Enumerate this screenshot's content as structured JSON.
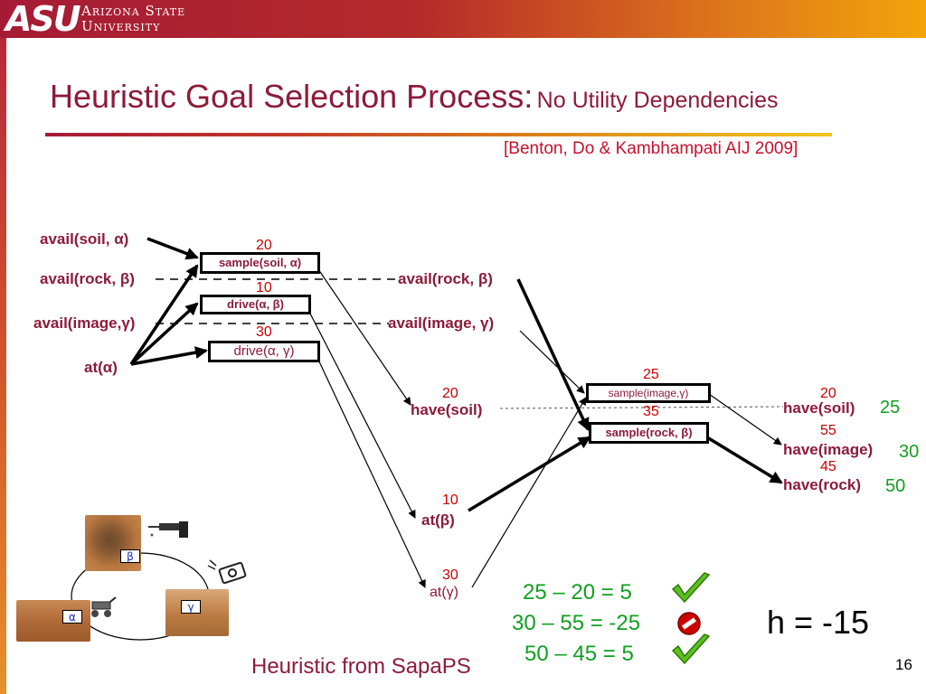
{
  "header": {
    "logo_text": "ASU",
    "university_line1": "Arizona State",
    "university_line2": "University"
  },
  "title": {
    "main": "Heuristic Goal Selection Process:",
    "sub": "No Utility Dependencies"
  },
  "citation": "[Benton, Do & Kambhampati AIJ 2009]",
  "left_facts": {
    "soil": "avail(soil, α)",
    "rock": "avail(rock, β)",
    "image": "avail(image,γ)",
    "at": "at(α)"
  },
  "actions_1": {
    "sample_soil": {
      "label": "sample(soil, α)",
      "cost": "20"
    },
    "drive_ab": {
      "label": "drive(α, β)",
      "cost": "10"
    },
    "drive_ag": {
      "label": "drive(α, γ)",
      "cost": "30"
    }
  },
  "mid_facts": {
    "rock": "avail(rock, β)",
    "image": "avail(image, γ)",
    "have_soil": {
      "label": "have(soil)",
      "cost": "20"
    },
    "at_b": {
      "label": "at(β)",
      "cost": "10"
    },
    "at_g": {
      "label": "at(γ)",
      "cost": "30"
    }
  },
  "actions_2": {
    "sample_image": {
      "label": "sample(image,γ)",
      "cost": "25"
    },
    "sample_rock": {
      "label": "sample(rock, β)",
      "cost": "35"
    }
  },
  "goals": [
    {
      "label": "have(soil)",
      "cost": "20",
      "utility": "25"
    },
    {
      "label": "have(image)",
      "cost": "55",
      "utility": "30"
    },
    {
      "label": "have(rock)",
      "cost": "45",
      "utility": "50"
    }
  ],
  "map": {
    "alpha": "α",
    "beta": "β",
    "gamma": "γ"
  },
  "equations": [
    {
      "lhs": "25 – 20 = ",
      "result": "5",
      "status": "accepted"
    },
    {
      "lhs": "30 – 55 = -25",
      "result": "",
      "status": "rejected"
    },
    {
      "lhs": "50 – 45 = ",
      "result": "5",
      "status": "accepted"
    }
  ],
  "heuristic_value": "h = -15",
  "footer": "Heuristic from SapaPS",
  "page_number": "16",
  "colors": {
    "title": "#8c1b3a",
    "cost": "#cc0000",
    "utility": "#10a020",
    "check": "#5cc01c",
    "reject": "#cc0000"
  }
}
